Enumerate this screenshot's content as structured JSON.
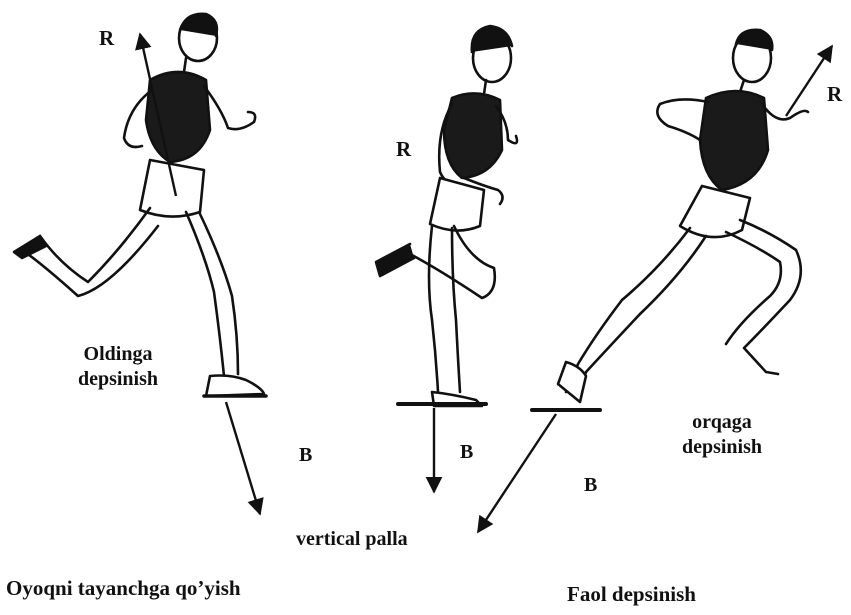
{
  "labels": {
    "r1": "R",
    "r2": "R",
    "r3": "R",
    "b1": "B",
    "b2": "B",
    "b3": "B",
    "oldinga_line1": "Oldinga",
    "oldinga_line2": "depsinish",
    "orqaga_line1": "orqaga",
    "orqaga_line2": "depsinish",
    "vertical": "vertical palla"
  },
  "captions": {
    "left": "Oyoqni tayanchga qo’yish",
    "right": "Faol depsinish"
  },
  "figures": [
    "runner-figure",
    "runner-figure",
    "runner-figure"
  ],
  "colors": {
    "ink": "#111111",
    "background": "#ffffff"
  }
}
